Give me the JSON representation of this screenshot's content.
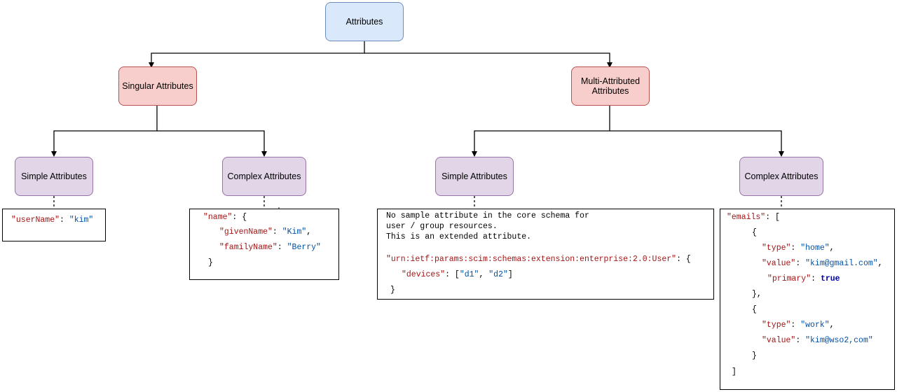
{
  "nodes": {
    "root": "Attributes",
    "singular": "Singular Attributes",
    "multi": "Multi-Attributed Attributes",
    "singular_simple": "Simple Attributes",
    "singular_complex": "Complex Attributes",
    "multi_simple": "Simple Attributes",
    "multi_complex": "Complex Attributes"
  },
  "samples": {
    "singular_simple": {
      "key": "\"userName\"",
      "value": "\"kim\""
    },
    "singular_complex": {
      "name_key": "\"name\"",
      "given_key": "\"givenName\"",
      "given_value": "\"Kim\"",
      "family_key": "\"familyName\"",
      "family_value": "\"Berry\""
    },
    "multi_simple": {
      "note_lines": [
        "No sample attribute in the core schema for",
        "user / group resources.",
        "This is an extended attribute."
      ],
      "urn_key": "\"urn:ietf:params:scim:schemas:extension:enterprise:2.0:User\"",
      "devices_key": "\"devices\"",
      "device_1": "\"d1\"",
      "device_2": "\"d2\""
    },
    "multi_complex": {
      "emails_key": "\"emails\"",
      "type_key": "\"type\"",
      "value_key": "\"value\"",
      "primary_key": "\"primary\"",
      "type_home": "\"home\"",
      "value_gmail": "\"kim@gmail.com\"",
      "primary_value": "true",
      "type_work": "\"work\"",
      "value_wso2": "\"kim@wso2,com\""
    }
  }
}
